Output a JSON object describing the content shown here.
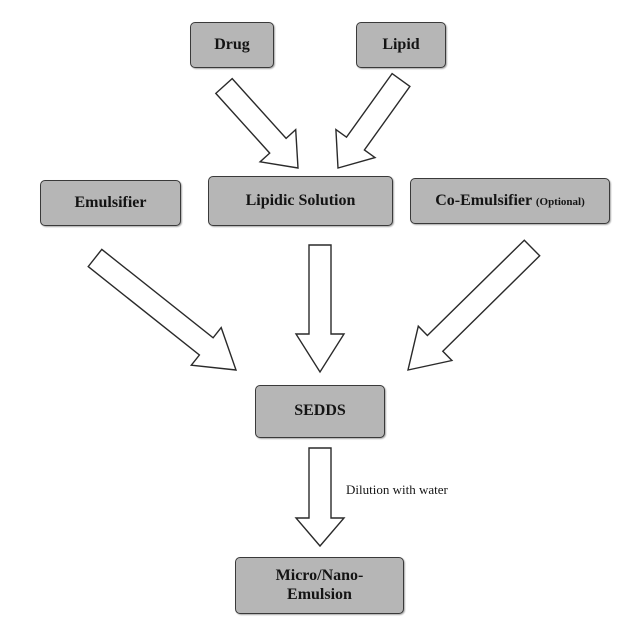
{
  "diagram": {
    "nodes": {
      "drug": "Drug",
      "lipid": "Lipid",
      "emulsifier": "Emulsifier",
      "lipidic_solution": "Lipidic Solution",
      "co_emulsifier": "Co-Emulsifier",
      "co_emulsifier_note": "(Optional)",
      "sedds": "SEDDS",
      "micro_nano_line1": "Micro/Nano-",
      "micro_nano_line2": "Emulsion"
    },
    "edge_labels": {
      "dilution": "Dilution with water"
    },
    "colors": {
      "node_fill": "#b6b6b6",
      "node_border": "#3a3a3a",
      "arrow_fill": "#ffffff",
      "arrow_stroke": "#2a2a2a"
    }
  }
}
